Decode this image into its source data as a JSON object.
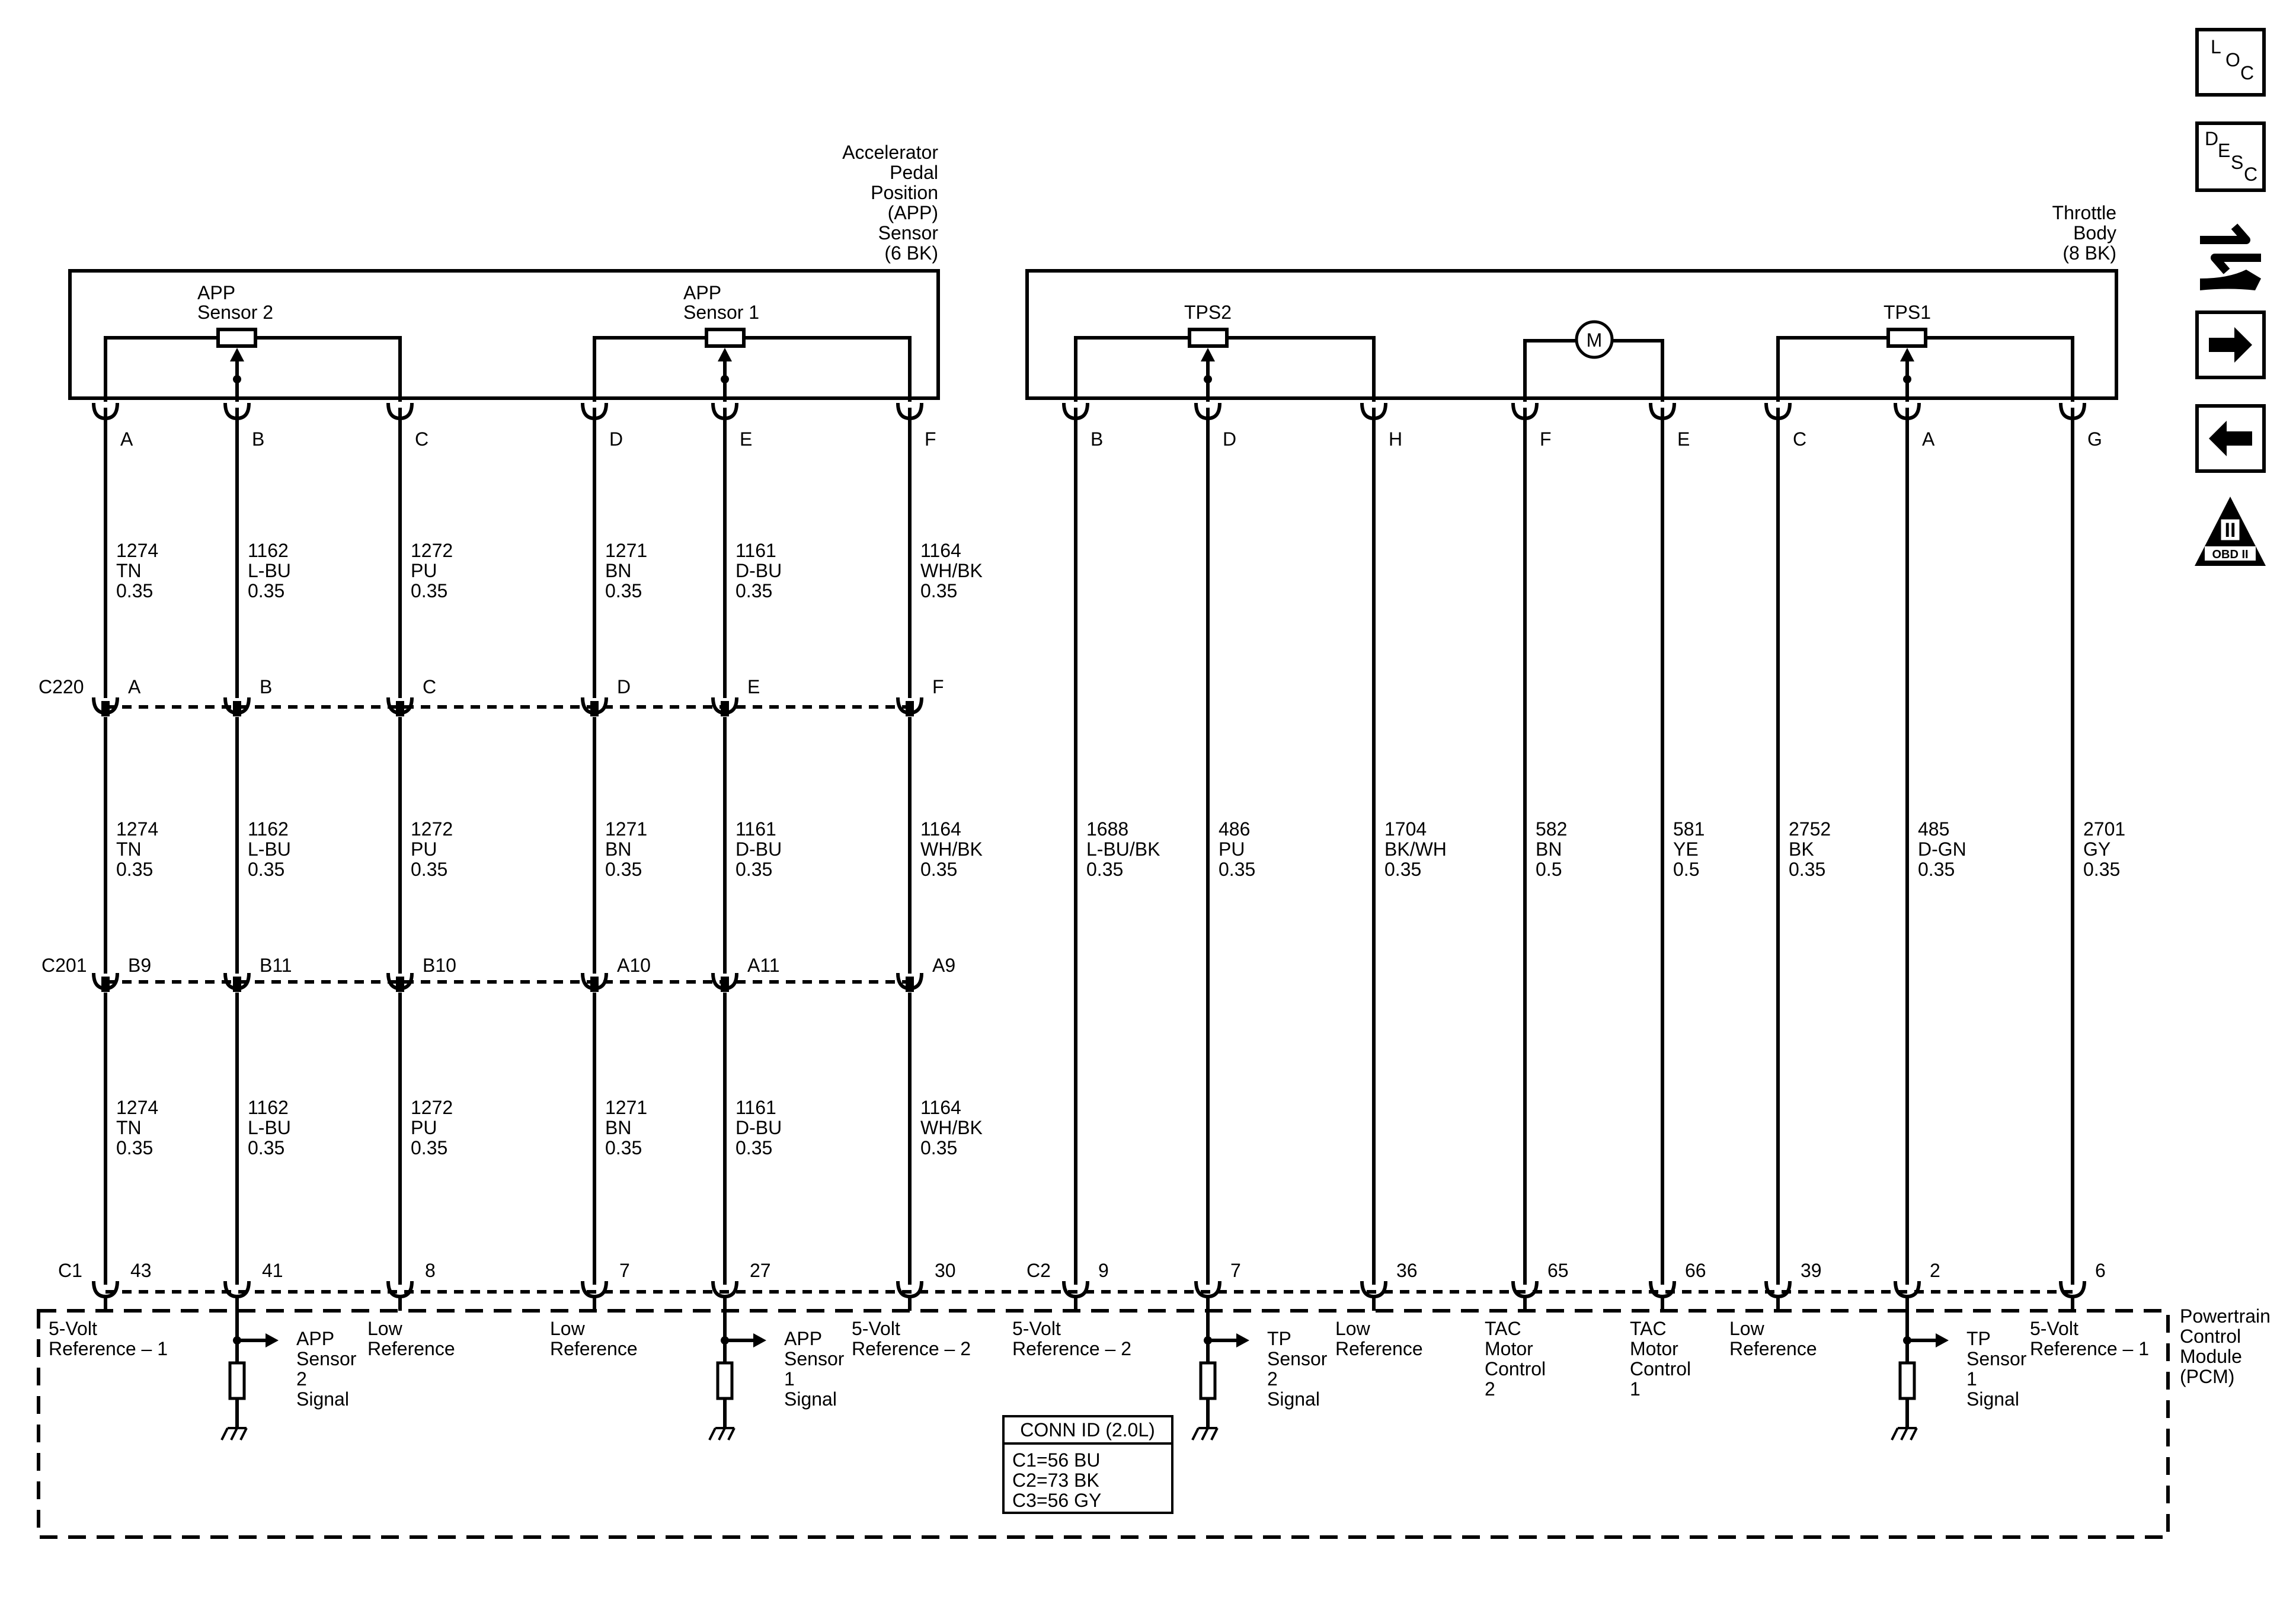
{
  "app_sensor": {
    "title_lines": [
      "Accelerator",
      "Pedal",
      "Position",
      "(APP)",
      "Sensor",
      "(6 BK)"
    ],
    "sensor2_label": [
      "APP",
      "Sensor 2"
    ],
    "sensor1_label": [
      "APP",
      "Sensor 1"
    ]
  },
  "throttle_body": {
    "title_lines": [
      "Throttle",
      "Body",
      "(8 BK)"
    ],
    "tps2_label": "TPS2",
    "tps1_label": "TPS1",
    "motor_label": "M"
  },
  "connectors": {
    "c220": "C220",
    "c201": "C201",
    "c1": "C1",
    "c2": "C2"
  },
  "app_wires": [
    {
      "pin": "A",
      "c220": "A",
      "c201": "B9",
      "pcm_pin": "43",
      "circuit": "1274",
      "color": "TN",
      "size": "0.35",
      "pcm_label": [
        "5-Volt",
        "Reference – 1"
      ]
    },
    {
      "pin": "B",
      "c220": "B",
      "c201": "B11",
      "pcm_pin": "41",
      "circuit": "1162",
      "color": "L-BU",
      "size": "0.35",
      "pcm_label": [
        "APP",
        "Sensor",
        "2",
        "Signal"
      ]
    },
    {
      "pin": "C",
      "c220": "C",
      "c201": "B10",
      "pcm_pin": "8",
      "circuit": "1272",
      "color": "PU",
      "size": "0.35",
      "pcm_label": [
        "Low",
        "Reference"
      ]
    },
    {
      "pin": "D",
      "c220": "D",
      "c201": "A10",
      "pcm_pin": "7",
      "circuit": "1271",
      "color": "BN",
      "size": "0.35",
      "pcm_label": [
        "Low",
        "Reference"
      ]
    },
    {
      "pin": "E",
      "c220": "E",
      "c201": "A11",
      "pcm_pin": "27",
      "circuit": "1161",
      "color": "D-BU",
      "size": "0.35",
      "pcm_label": [
        "APP",
        "Sensor",
        "1",
        "Signal"
      ]
    },
    {
      "pin": "F",
      "c220": "F",
      "c201": "A9",
      "pcm_pin": "30",
      "circuit": "1164",
      "color": "WH/BK",
      "size": "0.35",
      "pcm_label": [
        "5-Volt",
        "Reference – 2"
      ]
    }
  ],
  "tb_wires": [
    {
      "pin": "B",
      "pcm_pin": "9",
      "circuit": "1688",
      "color": "L-BU/BK",
      "size": "0.35",
      "pcm_label": [
        "5-Volt",
        "Reference – 2"
      ]
    },
    {
      "pin": "D",
      "pcm_pin": "7",
      "circuit": "486",
      "color": "PU",
      "size": "0.35",
      "pcm_label": [
        "TP",
        "Sensor",
        "2",
        "Signal"
      ]
    },
    {
      "pin": "H",
      "pcm_pin": "36",
      "circuit": "1704",
      "color": "BK/WH",
      "size": "0.35",
      "pcm_label": [
        "Low",
        "Reference"
      ]
    },
    {
      "pin": "F",
      "pcm_pin": "65",
      "circuit": "582",
      "color": "BN",
      "size": "0.5",
      "pcm_label": [
        "TAC",
        "Motor",
        "Control",
        "2"
      ]
    },
    {
      "pin": "E",
      "pcm_pin": "66",
      "circuit": "581",
      "color": "YE",
      "size": "0.5",
      "pcm_label": [
        "TAC",
        "Motor",
        "Control",
        "1"
      ]
    },
    {
      "pin": "C",
      "pcm_pin": "39",
      "circuit": "2752",
      "color": "BK",
      "size": "0.35",
      "pcm_label": [
        "Low",
        "Reference"
      ]
    },
    {
      "pin": "A",
      "pcm_pin": "2",
      "circuit": "485",
      "color": "D-GN",
      "size": "0.35",
      "pcm_label": [
        "TP",
        "Sensor",
        "1",
        "Signal"
      ]
    },
    {
      "pin": "G",
      "pcm_pin": "6",
      "circuit": "2701",
      "color": "GY",
      "size": "0.35",
      "pcm_label": [
        "5-Volt",
        "Reference – 1"
      ]
    }
  ],
  "pcm": {
    "title_lines": [
      "Powertrain",
      "Control",
      "Module",
      "(PCM)"
    ]
  },
  "conn_id": {
    "title": "CONN ID (2.0L)",
    "lines": [
      "C1=56 BU",
      "C2=73 BK",
      "C3=56 GY"
    ]
  },
  "nav_icons": {
    "loc": [
      "L",
      "O",
      "C"
    ],
    "desc": [
      "D",
      "E",
      "S",
      "C"
    ],
    "obd_roman": "II",
    "obd_text": "OBD II"
  }
}
